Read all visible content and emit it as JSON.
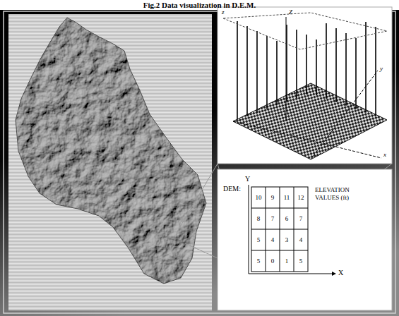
{
  "diagram": {
    "title": "Fig.2 Data visualization in D.E.M.",
    "labels": [
      "DEM:",
      "10",
      "9",
      "11",
      "12",
      "8",
      "7",
      "6",
      "7",
      "5",
      "4",
      "3",
      "4",
      "5",
      "0",
      "1",
      "5",
      "ELEVATION VALUES (ft)",
      "Y",
      "X",
      "z",
      "Z",
      "y",
      "x"
    ]
  }
}
